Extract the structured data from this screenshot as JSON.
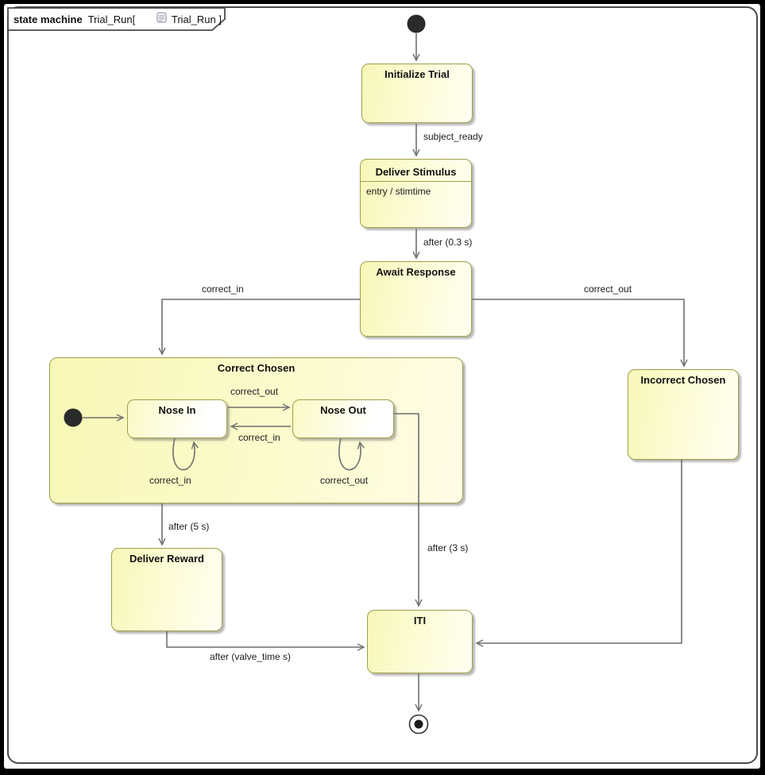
{
  "diagram": {
    "frame_kind": "state machine",
    "frame_name": "Trial_Run[",
    "frame_name_ref": "Trial_Run ]"
  },
  "states": {
    "initialize_trial": {
      "label": "Initialize Trial"
    },
    "deliver_stimulus": {
      "label": "Deliver Stimulus",
      "entry_activity": "entry / stimtime"
    },
    "await_response": {
      "label": "Await Response"
    },
    "correct_chosen": {
      "label": "Correct Chosen"
    },
    "nose_in": {
      "label": "Nose In"
    },
    "nose_out": {
      "label": "Nose Out"
    },
    "incorrect_chosen": {
      "label": "Incorrect Chosen"
    },
    "deliver_reward": {
      "label": "Deliver Reward"
    },
    "iti": {
      "label": "ITI"
    }
  },
  "transitions": {
    "subject_ready": {
      "label": "subject_ready"
    },
    "after_stim": {
      "label": "after (0.3 s)"
    },
    "correct_in_to_correct": {
      "label": "correct_in"
    },
    "correct_out_to_incorrect": {
      "label": "correct_out"
    },
    "nose_in_to_out": {
      "label": "correct_out"
    },
    "nose_out_to_in": {
      "label": "correct_in"
    },
    "nose_in_self": {
      "label": "correct_in"
    },
    "nose_out_self": {
      "label": "correct_out"
    },
    "after_5s": {
      "label": "after (5 s)"
    },
    "after_3s": {
      "label": "after (3 s)"
    },
    "after_valve": {
      "label": "after (valve_time s)"
    }
  },
  "colors": {
    "state_fill": "#fbfbc6",
    "state_border": "#9f9f4a",
    "connector": "#6f6f6f",
    "frame_border": "#4a4a4a"
  }
}
